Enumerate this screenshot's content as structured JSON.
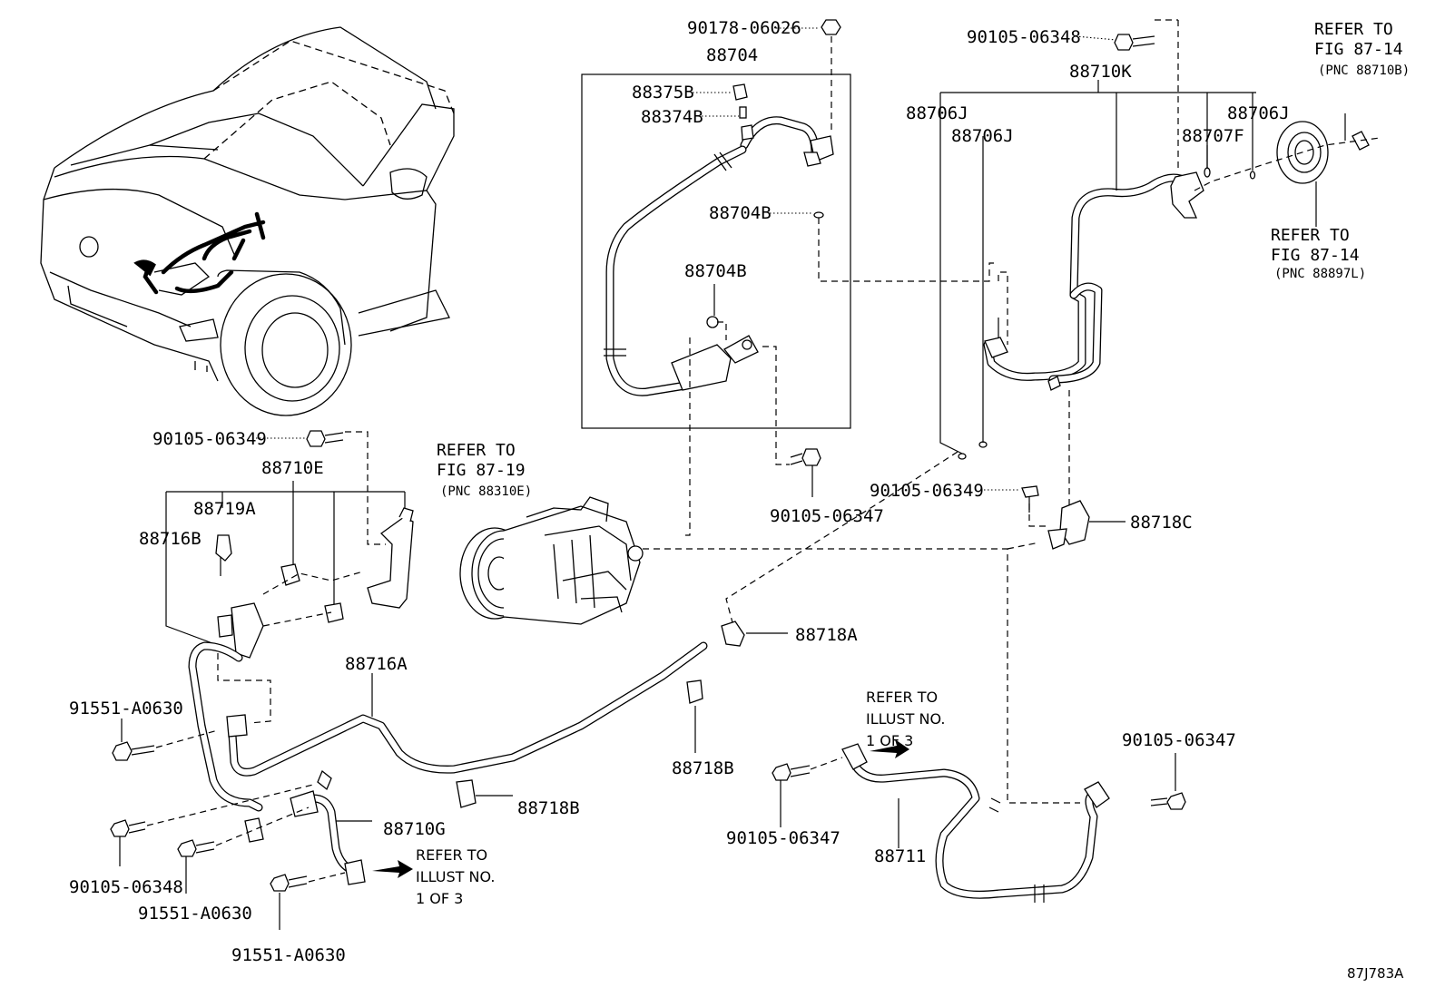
{
  "diagram": {
    "figure_id": "87J783A",
    "part_labels": {
      "p90178_06026": "90178-06026",
      "p88704": "88704",
      "p88375B": "88375B",
      "p88374B": "88374B",
      "p88704B_a": "88704B",
      "p88704B_b": "88704B",
      "p90105_06348_top": "90105-06348",
      "p88710K": "88710K",
      "p88706J_a": "88706J",
      "p88706J_b": "88706J",
      "p88706J_c": "88706J",
      "p88707F": "88707F",
      "p90105_06349_a": "90105-06349",
      "p88710E": "88710E",
      "p88719A": "88719A",
      "p88716B": "88716B",
      "p90105_06347_a": "90105-06347",
      "p90105_06349_b": "90105-06349",
      "p88718C": "88718C",
      "p88718A": "88718A",
      "p88716A": "88716A",
      "p91551_A0630_a": "91551-A0630",
      "p88718B_a": "88718B",
      "p88718B_b": "88718B",
      "p88710G": "88710G",
      "p90105_06348_bot": "90105-06348",
      "p91551_A0630_b": "91551-A0630",
      "p91551_A0630_c": "91551-A0630",
      "p90105_06347_b": "90105-06347",
      "p90105_06347_c": "90105-06347",
      "p88711": "88711"
    },
    "references": {
      "comp_line1": "REFER TO",
      "comp_line2": "FIG 87-19",
      "comp_line3": "(PNC 88310E)",
      "tr_line1": "REFER TO",
      "tr_line2": "FIG 87-14",
      "tr_line3": "(PNC 88710B)",
      "mr_line1": "REFER TO",
      "mr_line2": "FIG 87-14",
      "mr_line3": "(PNC 88897L)",
      "ill1_line1": "REFER TO",
      "ill1_line2": "ILLUST NO.",
      "ill1_line3": "1 OF 3",
      "ill2_line1": "REFER TO",
      "ill2_line2": "ILLUST NO.",
      "ill2_line3": "1 OF 3"
    }
  }
}
